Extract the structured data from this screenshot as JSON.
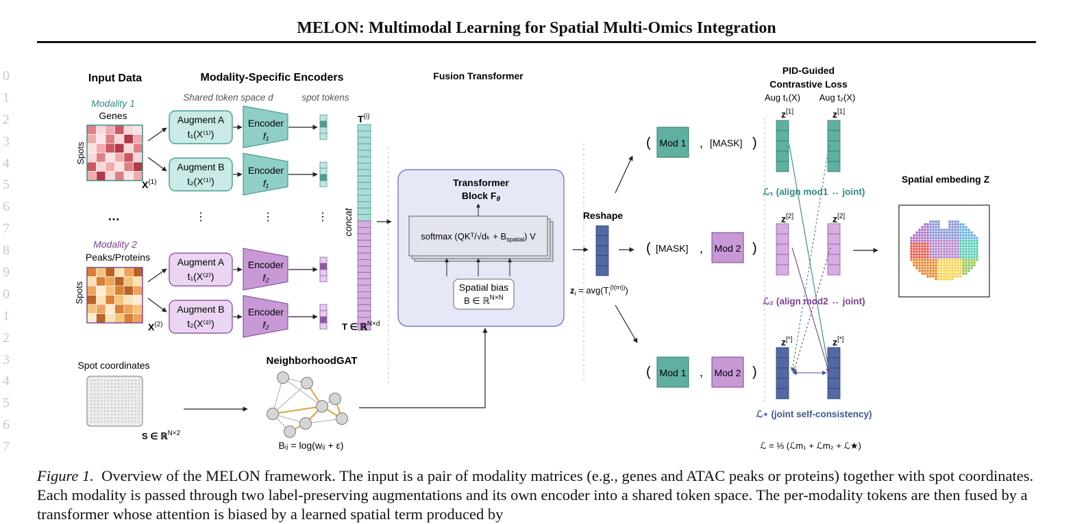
{
  "paper": {
    "title": "MELON: Multimodal Learning for Spatial Multi-Omics Integration",
    "line_numbers": [
      "0",
      "1",
      "2",
      "3",
      "4",
      "5",
      "6",
      "7",
      "8",
      "9",
      "0",
      "1",
      "2",
      "3",
      "4",
      "5",
      "6",
      "7"
    ]
  },
  "figure": {
    "headers": {
      "input_data": "Input Data",
      "encoders": "Modality-Specific Encoders",
      "fusion": "Fusion Transformer",
      "pid_line1": "PID-Guided",
      "pid_line2": "Contrastive Loss",
      "spatial_embedding": "Spatial embeding Z"
    },
    "subheaders": {
      "shared_token_space": "Shared token space d",
      "spot_tokens": "spot tokens"
    },
    "modality1": {
      "label": "Modality 1",
      "name": "Genes",
      "axis": "Spots",
      "matrix": "X",
      "sup": "(1)"
    },
    "modality2": {
      "label": "Modality 2",
      "name": "Peaks/Proteins",
      "axis": "Spots",
      "matrix": "X",
      "sup": "(2)"
    },
    "ellipsis": "…",
    "vdots": "⋮",
    "augment_a": "Augment A",
    "augment_b": "Augment B",
    "aug_a1": "t₁(X⁽¹⁾)",
    "aug_b1": "t₂(X⁽¹⁾)",
    "aug_a2": "t₁(X⁽²⁾)",
    "aug_b2": "t₂(X⁽²⁾)",
    "encoder": "Encoder",
    "f1": "f₁",
    "f2": "f₂",
    "T_label": "T",
    "T_sup": "(i)",
    "concat": "concat",
    "T_dim": "T ∈ ℝ",
    "T_dim_sup": "N×d",
    "transformer_block_line1": "Transformer",
    "transformer_block_line2": "Block F",
    "transformer_theta": "θ",
    "softmax": "softmax (QKᵀ/√dₖ + B",
    "softmax_sub": "spatial",
    "softmax_end": ") V",
    "spatial_bias_line1": "Spatial bias",
    "spatial_bias_line2": "B ∈ ℝ",
    "spatial_bias_sup": "N×N",
    "reshape": "Reshape",
    "zi": "z",
    "zi_rest": " = avg(T",
    "zi_sup": "(I(m))",
    "zi_end": ")",
    "mod1": "Mod 1",
    "mod2": "Mod 2",
    "mask": "[MASK]",
    "comma": ",",
    "paren_open": "(",
    "paren_close": ")",
    "aug_t1x": "Aug t₁(X)",
    "aug_t2x": "Aug t₂(X)",
    "z1": "z",
    "z1_sup": "[1]",
    "z2_sup": "[2]",
    "zstar_sup": "[*]",
    "loss1": "ℒ₁ (align mod1 ↔ joint)",
    "loss2": "ℒ₂ (align mod2 ↔ joint)",
    "loss_star": "ℒ⋆ (joint self-consistency)",
    "loss_total": "ℒ = ⅓ (ℒm₁ + ℒm₂ + ℒ★)",
    "spot_coordinates": "Spot coordinates",
    "S_dim": "S ∈ ℝ",
    "S_dim_sup": "N×2",
    "neighborhood_gat": "NeighborhoodGAT",
    "bij": "Bᵢⱼ = log(wᵢⱼ + ε)",
    "colors": {
      "teal": "#2f8a80",
      "teal_fill": "#c9eae6",
      "purple": "#7b3f93",
      "purple_fill": "#ecd5f2",
      "encoder_teal": "#8fcfc7",
      "encoder_purple": "#c79ad6",
      "navy": "#41568f",
      "fusion_fill": "#e5e8f6",
      "gat_edge": "#e0a040"
    }
  },
  "caption": {
    "label": "Figure 1.",
    "text": "Overview of the MELON framework. The input is a pair of modality matrices (e.g., genes and ATAC peaks or proteins) together with spot coordinates. Each modality is passed through two label-preserving augmentations and its own encoder into a shared token space. The per-modality tokens are then fused by a transformer whose attention is biased by a learned spatial term produced by"
  }
}
